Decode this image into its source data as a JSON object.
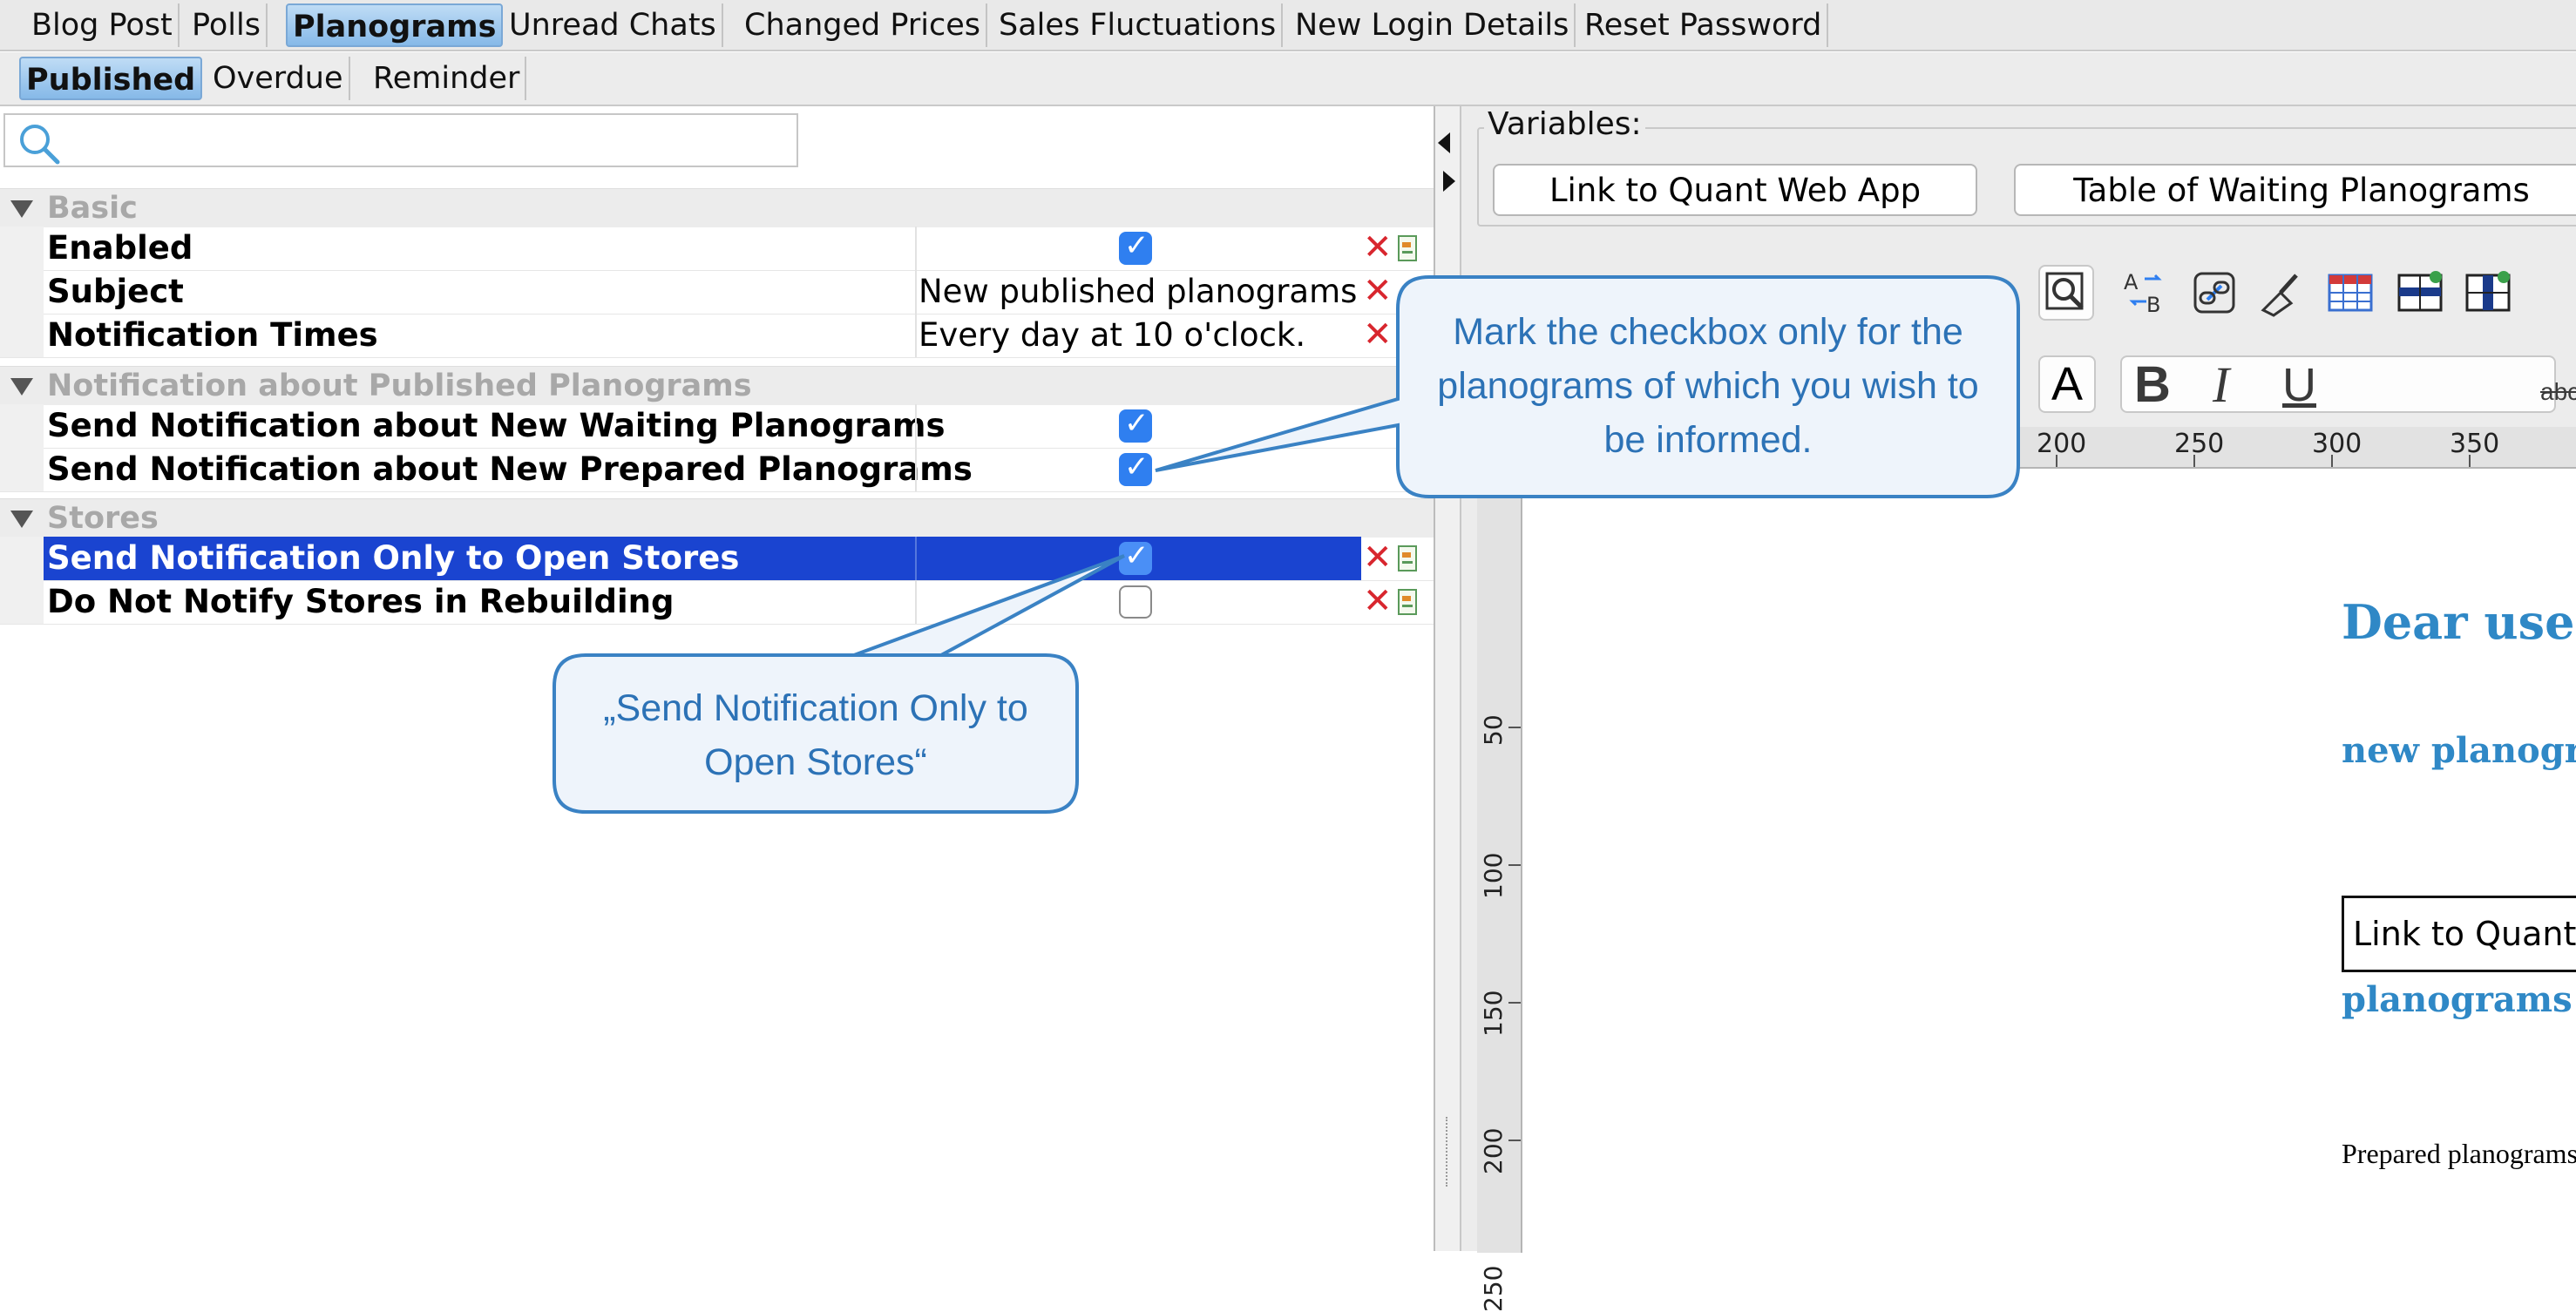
{
  "top_tabs": [
    "Blog Post",
    "Polls",
    "Planograms",
    "Unread Chats",
    "Changed Prices",
    "Sales Fluctuations",
    "New Login Details",
    "Reset Password"
  ],
  "top_tabs_active": "Planograms",
  "sub_tabs": [
    "Published",
    "Overdue",
    "Reminder"
  ],
  "sub_tabs_active": "Published",
  "search": {
    "value": "",
    "icon": "search-icon"
  },
  "groups": {
    "basic": "Basic",
    "notification": "Notification about Published Planograms",
    "stores": "Stores"
  },
  "rows": {
    "enabled": {
      "name": "Enabled",
      "checked": true
    },
    "subject": {
      "name": "Subject",
      "value": "New published planograms"
    },
    "times": {
      "name": "Notification Times",
      "value": "Every day at 10 o'clock."
    },
    "waiting": {
      "name": "Send Notification about New Waiting Planograms",
      "checked": true
    },
    "prepared": {
      "name": "Send Notification about New Prepared Planograms",
      "checked": true
    },
    "open_stores": {
      "name": "Send Notification Only to Open Stores",
      "checked": true,
      "selected": true
    },
    "rebuilding": {
      "name": "Do Not Notify Stores in Rebuilding",
      "checked": false
    }
  },
  "variables": {
    "legend": "Variables:",
    "buttons": [
      "Link to Quant Web App",
      "Table of Waiting Planograms"
    ]
  },
  "editor": {
    "toolbar_icons": [
      "search-replace-icon",
      "spellcheck-icon",
      "link-icon",
      "clear-format-icon",
      "table-icon",
      "table-row-icon",
      "table-column-icon"
    ],
    "format_buttons": [
      "B",
      "I",
      "U",
      "abc"
    ],
    "font_button": "A",
    "ruler_unit": "px",
    "ruler_h": [
      "200",
      "250",
      "300",
      "350"
    ],
    "ruler_v": [
      "50",
      "100",
      "150",
      "200",
      "250"
    ],
    "doc_greeting": "Dear user,",
    "doc_line1": "new planograms",
    "doc_link": "Link to Quant We",
    "doc_line2": "planograms belo",
    "doc_prepared": "Prepared planograms:"
  },
  "callouts": {
    "checkbox_note": "Mark the checkbox only for the planograms of which you wish to be informed.",
    "open_stores_note": "„Send Notification Only to Open Stores“"
  },
  "colors": {
    "selection": "#1a44d0",
    "checkbox": "#2f7ff0",
    "callout_text": "#2c72b6",
    "doc_heading": "#2f88c6",
    "delete": "#d8262e"
  }
}
